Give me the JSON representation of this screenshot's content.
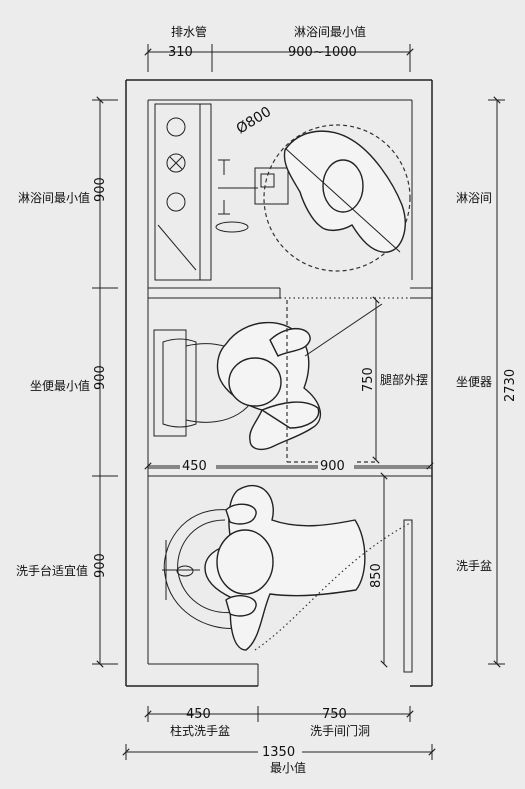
{
  "top": {
    "drain_label": "排水管",
    "drain_dim": "310",
    "shower_label": "淋浴间最小值",
    "shower_dim": "900~1000"
  },
  "left": {
    "shower_min_label": "淋浴间最小值",
    "shower_dim": "900",
    "toilet_min_label": "坐便最小值",
    "toilet_dim": "900",
    "basin_label": "洗手台适宜值",
    "basin_dim": "900"
  },
  "right": {
    "shower_label": "淋浴间",
    "toilet_label": "坐便器",
    "basin_label": "洗手盆",
    "total_dim": "2730"
  },
  "inner": {
    "circle_dim": "Ø800",
    "leg_dim": "750",
    "leg_label": "腿部外摆",
    "width_left_dim": "450",
    "width_right_dim": "900",
    "basin_depth_dim": "850"
  },
  "bottom": {
    "left_dim": "450",
    "left_label": "柱式洗手盆",
    "right_dim": "750",
    "right_label": "洗手间门洞",
    "total_dim": "1350",
    "total_label": "最小值"
  }
}
